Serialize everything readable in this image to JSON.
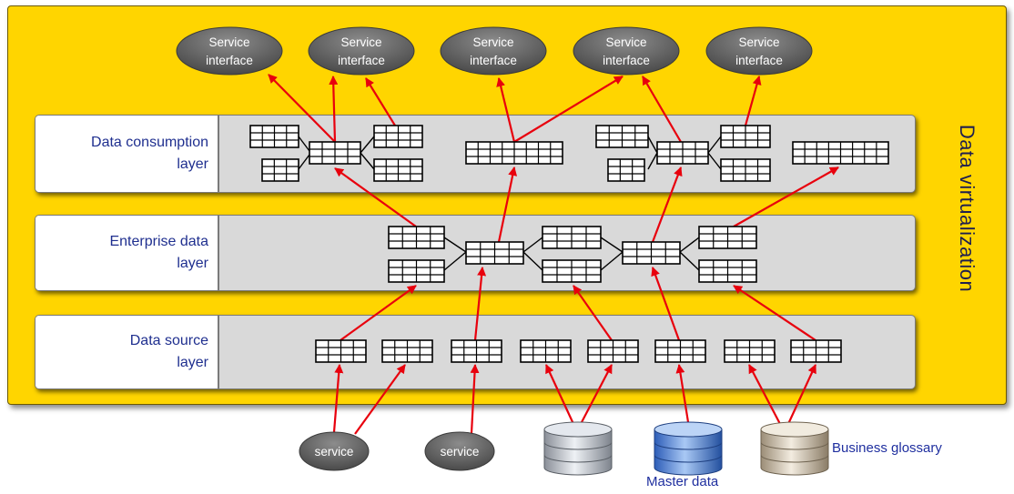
{
  "side_title": "Data virtualization",
  "layers": [
    {
      "line1": "Data consumption",
      "line2": "layer"
    },
    {
      "line1": "Enterprise data",
      "line2": "layer"
    },
    {
      "line1": "Data source",
      "line2": "layer"
    }
  ],
  "service_interfaces": [
    {
      "line1": "Service",
      "line2": "interface"
    },
    {
      "line1": "Service",
      "line2": "interface"
    },
    {
      "line1": "Service",
      "line2": "interface"
    },
    {
      "line1": "Service",
      "line2": "interface"
    },
    {
      "line1": "Service",
      "line2": "interface"
    }
  ],
  "services": [
    "service",
    "service"
  ],
  "databases": {
    "master_data": "Master data",
    "business_glossary": "Business glossary"
  },
  "colors": {
    "background": "#ffd500",
    "layer": "#d9d9d9",
    "arrow": "#e8000d",
    "label_text": "#1f2f8f"
  }
}
